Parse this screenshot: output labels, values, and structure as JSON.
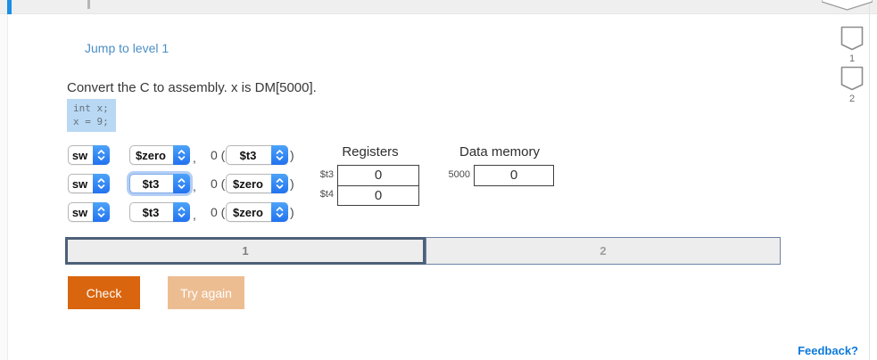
{
  "header": {
    "jump_link": "Jump to level 1"
  },
  "problem": {
    "instruction": "Convert the C to assembly. x is DM[5000].",
    "code": "int x;\nx = 9;"
  },
  "assembly_rows": [
    {
      "op": "sw",
      "operand1": "$zero",
      "comma": ",",
      "offset_open": "0 (",
      "operand2": "$t3",
      "close": ")"
    },
    {
      "op": "sw",
      "operand1": "$t3",
      "comma": ",",
      "offset_open": "0 (",
      "operand2": "$zero",
      "close": ")"
    },
    {
      "op": "sw",
      "operand1": "$t3",
      "comma": ",",
      "offset_open": "0 (",
      "operand2": "$zero",
      "close": ")"
    }
  ],
  "registers": {
    "title": "Registers",
    "rows": [
      {
        "label": "$t3",
        "value": "0"
      },
      {
        "label": "$t4",
        "value": "0"
      }
    ]
  },
  "data_memory": {
    "title": "Data memory",
    "rows": [
      {
        "label": "5000",
        "value": "0"
      }
    ]
  },
  "progress": {
    "levels": [
      {
        "label": "1"
      },
      {
        "label": "2"
      }
    ]
  },
  "buttons": {
    "check": "Check",
    "try_again": "Try again"
  },
  "activity_badges": [
    {
      "label": "1"
    },
    {
      "label": "2"
    }
  ],
  "footer": {
    "feedback": "Feedback?"
  },
  "colors": {
    "accent_blue": "#1a8fe3",
    "select_blue": "#2f80f7",
    "check_orange": "#d9650e",
    "tryagain_tan": "#edbd92",
    "code_highlight": "#b9d8f3",
    "progress_border_active": "#4d6079",
    "link_blue": "#4b8ec6",
    "feedback_blue": "#0d7ad9"
  }
}
